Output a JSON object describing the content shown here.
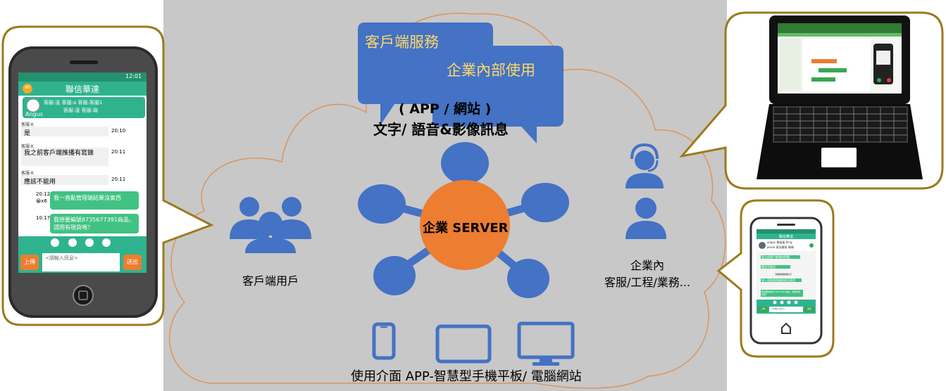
{
  "colors": {
    "panel_bg": "#c8c8c8",
    "cloud_outline": "#d9955f",
    "icon_blue": "#4472c4",
    "server_orange": "#ed7d31",
    "callout_gold": "#9c7a1c",
    "bubble_text_yellow": "#ffd966",
    "app_teal": "#2fb38f",
    "app_green": "#3aa655",
    "bubble_green": "#41c283"
  },
  "bubbles": {
    "customer_service": "客戶端服務",
    "internal_use": "企業內部使用"
  },
  "channels": {
    "line1": "( APP / 網站 )",
    "line2": "文字/ 語音&影像訊息"
  },
  "server": {
    "label": "企業 SERVER"
  },
  "customer": {
    "label": "客戶端用戶"
  },
  "staff": {
    "line1": "企業內",
    "line2": "客服/工程/業務..."
  },
  "bottom_caption": "使用介面 APP-智慧型手機平板/ 電腦網站",
  "device_icons": [
    "smartphone-icon",
    "tablet-icon",
    "monitor-icon"
  ],
  "phone_app": {
    "status_time": "12:01",
    "title": "聯信華達",
    "avatar_badge": "90",
    "agent_name": "Angus",
    "header_line1": "客服:凌 客服:a 客服:客服1",
    "header_line2": "客服:凌 客服:瑜",
    "messages": [
      {
        "sender": "客服:K",
        "text": "是",
        "time": "20:10"
      },
      {
        "sender": "客服:K",
        "text": "我之前客戶端推播有寫錄",
        "time": "20:11"
      },
      {
        "sender": "客服:K",
        "text": "應該不能用",
        "time": "20:11"
      }
    ],
    "outgoing": [
      {
        "text": "我一直點管理端結果沒東西",
        "time": "20:12",
        "meta": "😀x6"
      },
      {
        "text": "我想要編號8735677391商品，請問有現貨嗎？",
        "time": "10:17",
        "meta": ""
      }
    ],
    "upload_button": "上傳",
    "input_placeholder": "<請輸入訊息>",
    "send_button": "送出"
  },
  "small_phone_app": {
    "title": "聯信華達",
    "profile_line1": "angus 業務員 King",
    "profile_line2": "jessie 資深業務 瑜瑜",
    "messages": [
      "我之前客戶推播有問題",
      "應該不能用",
      "我一直點管理端結果沒東西",
      "我想要編號8735677391商品，請問有現貨嗎？"
    ],
    "date_chip": "2019/05/24",
    "upload_button": "上傳",
    "input_placeholder": "<請輸入訊息>",
    "send_button": "送出"
  }
}
